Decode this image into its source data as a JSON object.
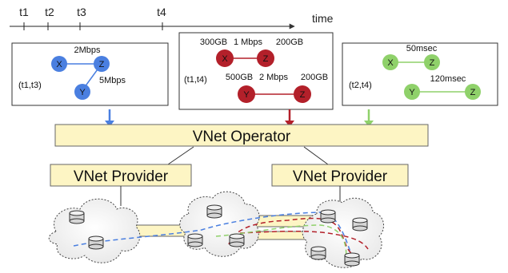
{
  "timeline": {
    "ticks": [
      "t1",
      "t2",
      "t3",
      "t4"
    ],
    "axis_label": "time"
  },
  "requests": [
    {
      "interval": "(t1,t3)",
      "color": "#4a7fe0",
      "nodes": [
        "X",
        "Z",
        "Y"
      ],
      "links": [
        {
          "from": "X",
          "to": "Z",
          "label": "2Mbps"
        },
        {
          "from": "Z",
          "to": "Y",
          "label": "5Mbps"
        }
      ]
    },
    {
      "interval": "(t1,t4)",
      "color": "#b3202a",
      "nodes": [
        "X",
        "Z",
        "Y",
        "Z"
      ],
      "links": [
        {
          "from": "X",
          "to": "Z",
          "src_size": "300GB",
          "rate": "1 Mbps",
          "dst_size": "200GB"
        },
        {
          "from": "Y",
          "to": "Z",
          "src_size": "500GB",
          "rate": "2 Mbps",
          "dst_size": "200GB"
        }
      ]
    },
    {
      "interval": "(t2,t4)",
      "color": "#8fd16a",
      "nodes": [
        "X",
        "Z",
        "Y",
        "Z"
      ],
      "links": [
        {
          "from": "X",
          "to": "Z",
          "label": "50msec"
        },
        {
          "from": "Y",
          "to": "Z",
          "label": "120msec"
        }
      ]
    }
  ],
  "operator": {
    "label": "VNet Operator"
  },
  "providers": [
    {
      "label": "VNet Provider"
    },
    {
      "label": "VNet Provider"
    }
  ],
  "colors": {
    "box_fill": "#fdf5c4",
    "box_stroke": "#666666",
    "blue": "#4a7fe0",
    "red": "#b3202a",
    "green": "#8fd16a",
    "cloud": "#f7f7f7"
  }
}
